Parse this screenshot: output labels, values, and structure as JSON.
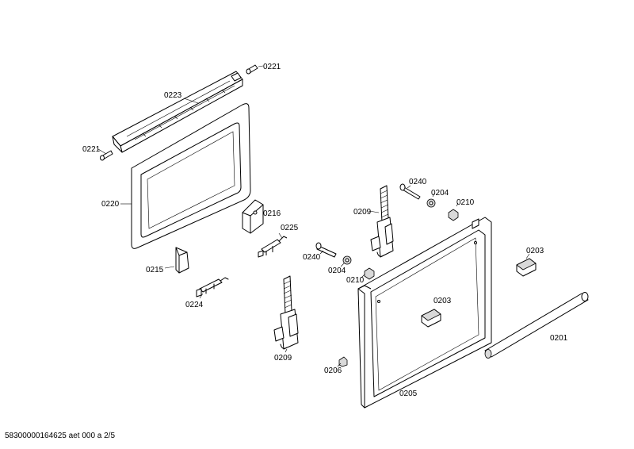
{
  "labels": {
    "l_0221_top": "0221",
    "l_0223": "0223",
    "l_0221_left": "0221",
    "l_0220": "0220",
    "l_0216": "0216",
    "l_0225": "0225",
    "l_0215": "0215",
    "l_0224": "0224",
    "l_0240_top": "0240",
    "l_0204_top": "0204",
    "l_0210_top": "0210",
    "l_0209_top": "0209",
    "l_0240_mid": "0240",
    "l_0204_mid": "0204",
    "l_0210_mid": "0210",
    "l_0203_right": "0203",
    "l_0203_door": "0203",
    "l_0201": "0201",
    "l_0209_bottom": "0209",
    "l_0206": "0206",
    "l_0205": "0205"
  },
  "footer": "58300000164625 aet 000 a 2/5"
}
